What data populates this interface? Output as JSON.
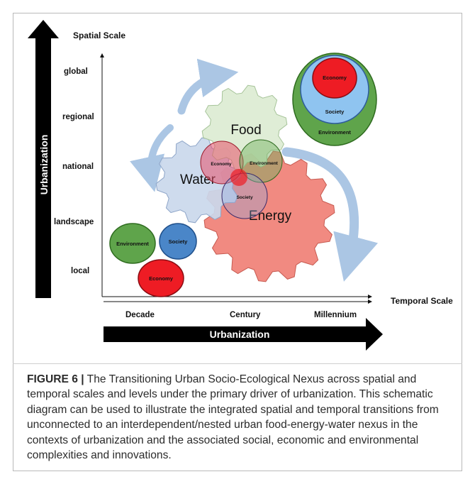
{
  "diagram": {
    "vertical_axis": {
      "driver_label": "Urbanization",
      "scale_title": "Spatial Scale",
      "levels": [
        "global",
        "regional",
        "national",
        "landscape",
        "local"
      ]
    },
    "horizontal_axis": {
      "driver_label": "Urbanization",
      "scale_title": "Temporal Scale",
      "levels": [
        "Decade",
        "Century",
        "Millennium"
      ]
    },
    "gears": {
      "food": "Food",
      "water": "Water",
      "energy": "Energy"
    },
    "overlap_labels": {
      "economy": "Economy",
      "environment": "Environment",
      "society": "Society"
    },
    "separate_circles": {
      "environment": "Environment",
      "society": "Society",
      "economy": "Economy"
    },
    "nested_circles": {
      "inner": "Economy",
      "middle": "Society",
      "outer": "Environment"
    },
    "colors": {
      "food_gear": "#dcebd3",
      "water_gear": "#cad8ec",
      "energy_gear": "#f0847a",
      "environment": "#5fa44b",
      "society": "#4a86c8",
      "economy": "#ee1c24",
      "flow_arrow": "#9dbde0"
    }
  },
  "caption": {
    "figure_label": "FIGURE 6 |",
    "text": " The Transitioning Urban Socio-Ecological Nexus across spatial and temporal scales and levels under the primary driver of urbanization. This schematic diagram can be used to illustrate the integrated spatial and temporal transitions from unconnected to an interdependent/nested urban food-energy-water nexus in the contexts of urbanization and the associated social, economic and environmental complexities and innovations."
  }
}
